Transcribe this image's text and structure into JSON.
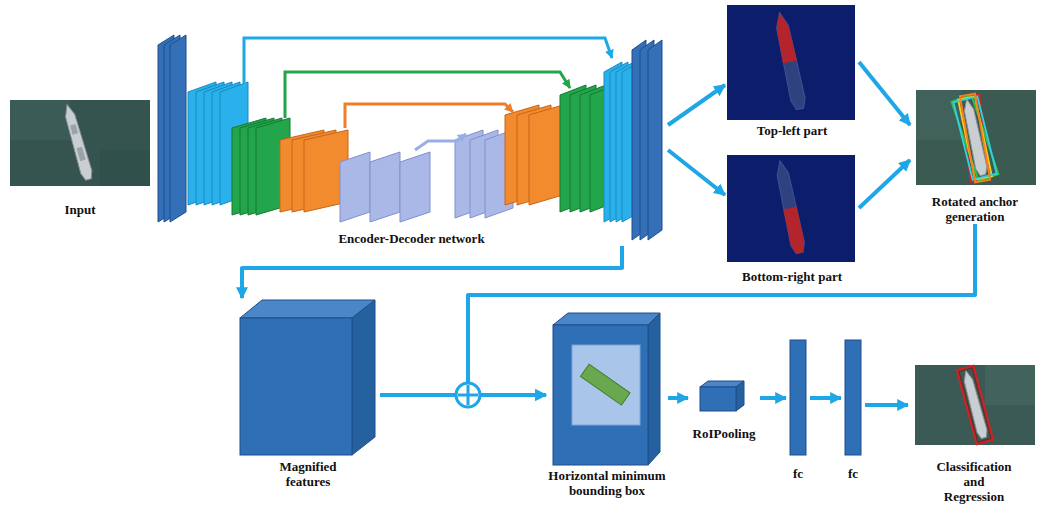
{
  "diagram": {
    "nodes": [
      {
        "text": [
          "Input"
        ]
      },
      {
        "text": [
          "Encoder-Decoder network"
        ]
      },
      {
        "text": [
          "Top-left part"
        ]
      },
      {
        "text": [
          "Bottom-right part"
        ]
      },
      {
        "text": [
          "Rotated anchor generation"
        ]
      },
      {
        "text": [
          "Magnified features"
        ]
      },
      {
        "text": [
          "Horizontal minimum bounding box"
        ]
      },
      {
        "text": [
          "RoIPooling"
        ]
      },
      {
        "text": [
          "fc"
        ]
      },
      {
        "text": [
          "fc"
        ]
      },
      {
        "text": [
          "Classification and Regression"
        ]
      }
    ],
    "edges": [
      {
        "from": 1,
        "to": 2,
        "arrow": "to"
      },
      {
        "from": 1,
        "to": 3,
        "arrow": "to"
      },
      {
        "from": 2,
        "to": 4,
        "arrow": "to"
      },
      {
        "from": 3,
        "to": 4,
        "arrow": "to"
      },
      {
        "from": 1,
        "to": 5,
        "arrow": "to"
      },
      {
        "from": 5,
        "to": 6,
        "arrow": "to"
      },
      {
        "from": 4,
        "to": 6,
        "arrow": "to"
      },
      {
        "from": 6,
        "to": 7,
        "arrow": "to"
      },
      {
        "from": 7,
        "to": 8,
        "arrow": "to"
      },
      {
        "from": 8,
        "to": 9,
        "arrow": "to"
      },
      {
        "from": 9,
        "to": 10,
        "arrow": "to"
      }
    ]
  }
}
